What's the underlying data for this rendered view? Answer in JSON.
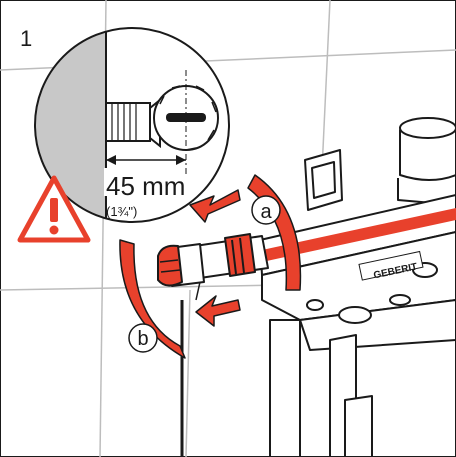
{
  "step_number": "1",
  "measurement": {
    "value": "45 mm",
    "imperial": "(1¾\")"
  },
  "callouts": {
    "a": "a",
    "b": "b"
  },
  "brand": "GEBERIT",
  "icons": [
    "warning-triangle-icon",
    "stop-valve",
    "flush-cistern-frame"
  ],
  "colors": {
    "accent": "#e8412c",
    "warning": "#e8412c",
    "wall_gray": "#c8c8c8",
    "line": "#1a1a1a",
    "tile_line": "#bdbdbd"
  }
}
